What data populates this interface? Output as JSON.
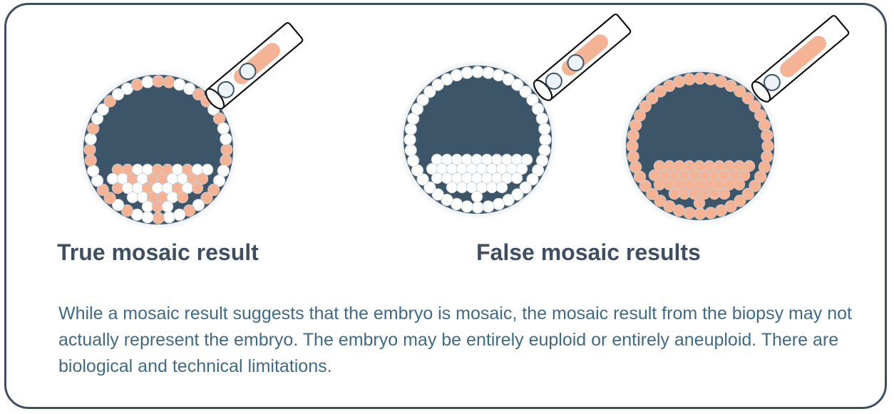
{
  "headings": {
    "true_label": "True mosaic result",
    "false_label": "False mosaic results"
  },
  "description": "While a mosaic result suggests that the embryo is mosaic, the mosaic result from the biopsy may not actually represent the embryo. The embryo may be entirely euploid or entirely aneuploid. There are biological and technical limitations.",
  "colors": {
    "border": "#3e4f63",
    "cavity": "#3d5568",
    "halo": "#c9d3df",
    "euploid_cell": "#ffffff",
    "aneuploid_cell": "#f4b394",
    "heading_text": "#3f4f63",
    "body_text": "#3f6a86"
  },
  "embryos": [
    {
      "name": "true-mosaic-embryo",
      "composition": "mixed",
      "biopsy_cells": [
        "euploid",
        "euploid"
      ]
    },
    {
      "name": "euploid-embryo",
      "composition": "euploid",
      "biopsy_cells": [
        "euploid",
        "euploid"
      ]
    },
    {
      "name": "aneuploid-embryo",
      "composition": "aneuploid",
      "biopsy_cells": [
        "euploid"
      ]
    }
  ]
}
